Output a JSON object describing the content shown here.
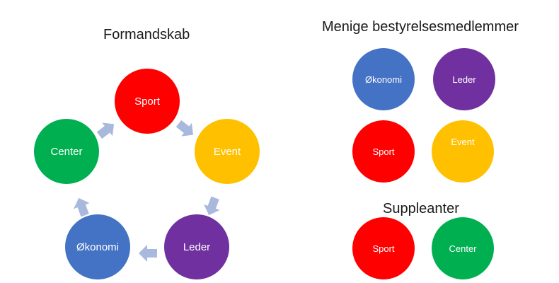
{
  "colors": {
    "sport": "#ff0000",
    "event": "#ffc000",
    "leder": "#7030a0",
    "okonomi": "#4472c4",
    "center": "#00b050",
    "arrow": "#a9b9dd"
  },
  "formandskab": {
    "title": "Formandskab",
    "cycle": [
      "Sport",
      "Event",
      "Leder",
      "Økonomi",
      "Center"
    ]
  },
  "menige": {
    "title": "Menige bestyrelsesmedlemmer",
    "members": [
      "Økonomi",
      "Leder",
      "Sport",
      "Event"
    ]
  },
  "suppleanter": {
    "title": "Suppleanter",
    "members": [
      "Sport",
      "Center"
    ]
  }
}
